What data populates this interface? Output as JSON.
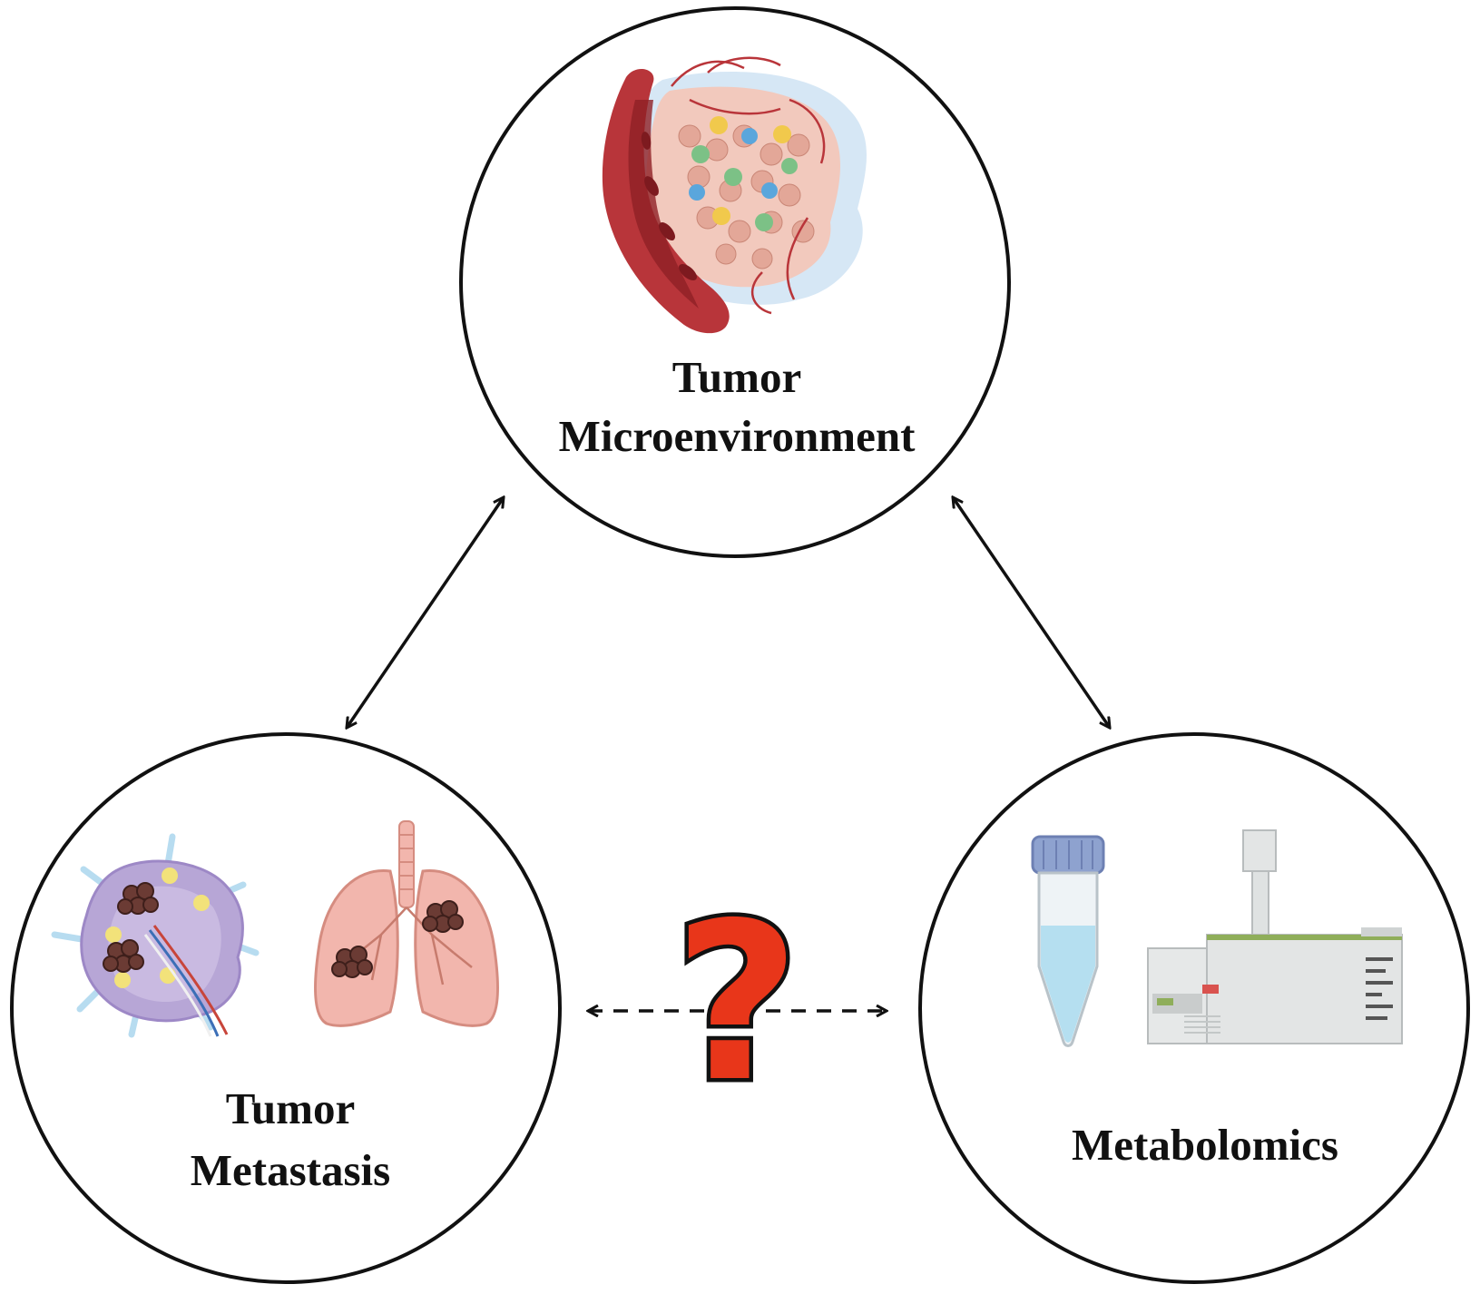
{
  "nodes": {
    "microenvironment": {
      "label_lines": [
        "Tumor",
        "Microenvironment"
      ]
    },
    "metastasis": {
      "label_lines": [
        "Tumor",
        "Metastasis"
      ]
    },
    "metabolomics": {
      "label_lines": [
        "Metabolomics"
      ]
    }
  },
  "relation_symbol": "?",
  "colors": {
    "outline": "#111111",
    "question_fill": "#e8361a",
    "vessel": "#b8353a",
    "tumor_tissue": "#f2c9bd",
    "lung": "#f2b6ad",
    "lymph_node": "#b7a6d6",
    "tube_cap": "#8ea2cf",
    "tube_liquid": "#b5dff0",
    "instrument": "#e3e5e5"
  },
  "icons": [
    "tumor-tissue-icon",
    "blood-vessel-icon",
    "lymph-node-icon",
    "lungs-icon",
    "sample-tube-icon",
    "mass-spectrometer-icon"
  ]
}
